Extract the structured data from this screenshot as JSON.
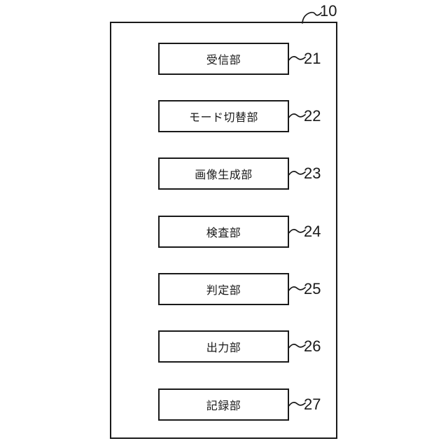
{
  "figure": {
    "type": "patent-block-diagram",
    "outer": {
      "ref": "10"
    },
    "blocks": [
      {
        "label": "受信部",
        "ref": "21"
      },
      {
        "label": "モード切替部",
        "ref": "22"
      },
      {
        "label": "画像生成部",
        "ref": "23"
      },
      {
        "label": "検査部",
        "ref": "24"
      },
      {
        "label": "判定部",
        "ref": "25"
      },
      {
        "label": "出力部",
        "ref": "26"
      },
      {
        "label": "記録部",
        "ref": "27"
      }
    ],
    "colors": {
      "line": "#1a1a1a",
      "background": "#ffffff",
      "box_fill": "#ffffff"
    }
  }
}
